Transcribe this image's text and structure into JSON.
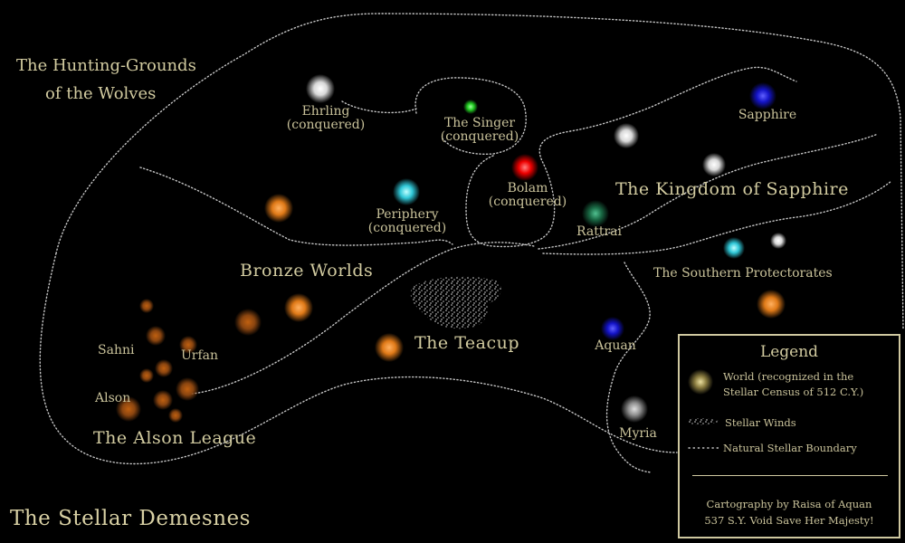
{
  "map": {
    "title": "The Stellar Demesnes",
    "regions": {
      "wolves_line1": "The Hunting-Grounds",
      "wolves_line2": "of the Wolves",
      "sapphire": "The Kingdom of Sapphire",
      "bronze": "Bronze Worlds",
      "teacup": "The Teacup",
      "alson_league": "The Alson League",
      "southern": "The Southern Protectorates"
    },
    "worlds": {
      "ehrling": "Ehrling",
      "ehrling_note": "(conquered)",
      "singer": "The Singer",
      "singer_note": "(conquered)",
      "bolam": "Bolam",
      "bolam_note": "(conquered)",
      "periphery": "Periphery",
      "periphery_note": "(conquered)",
      "sapphire": "Sapphire",
      "rattrai": "Rattrai",
      "aquan": "Aquan",
      "myria": "Myria",
      "sahni": "Sahni",
      "urfan": "Urfan",
      "alson": "Alson"
    },
    "colors": {
      "background": "#000000",
      "text": "#c9c29a",
      "boundary": "#bfbfbf",
      "bronze_star": "#e07a18",
      "white_star": "#f0f0f0",
      "red_star": "#ff1010",
      "green_star": "#22dd22",
      "teal_star": "#1f8a5a",
      "cyan_star": "#38d8e8",
      "blue_star": "#1a1ad8",
      "gray_star": "#c8c8c8"
    }
  },
  "legend": {
    "title": "Legend",
    "world_line1": "World (recognized in the",
    "world_line2": "Stellar Census of 512 C.Y.)",
    "winds": "Stellar Winds",
    "boundary": "Natural Stellar Boundary",
    "credit_line1": "Cartography by Raisa of Aquan",
    "credit_line2": "537 S.Y. Void Save Her Majesty!"
  }
}
